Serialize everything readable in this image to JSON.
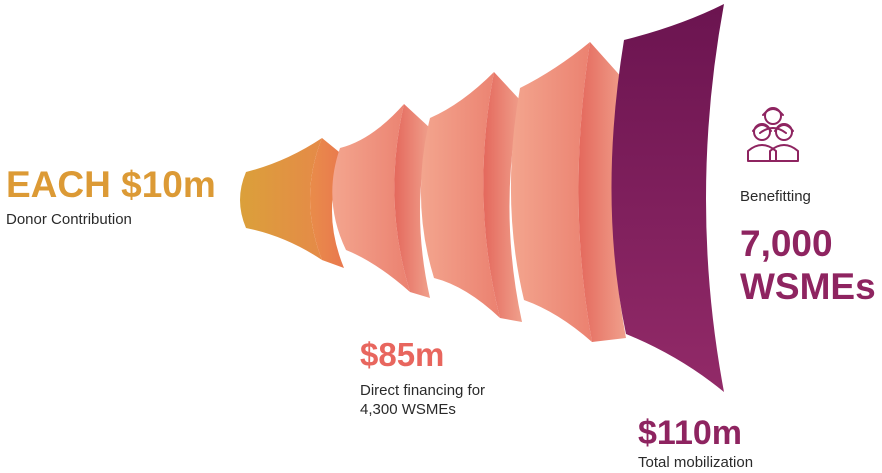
{
  "donor": {
    "amount": "EACH $10m",
    "description": "Donor Contribution"
  },
  "direct_financing": {
    "amount": "$85m",
    "description_line1": "Direct financing for",
    "description_line2": "4,300 WSMEs"
  },
  "total": {
    "amount": "$110m",
    "description": "Total mobilization"
  },
  "beneficiaries": {
    "label": "Benefitting",
    "count_line1": "7,000",
    "count_line2": "WSMEs",
    "icon": "people-group-icon"
  },
  "colors": {
    "donor": "#dc9a35",
    "direct": "#e8665e",
    "total": "#8e2460",
    "beneficiaries": "#8e2460"
  }
}
